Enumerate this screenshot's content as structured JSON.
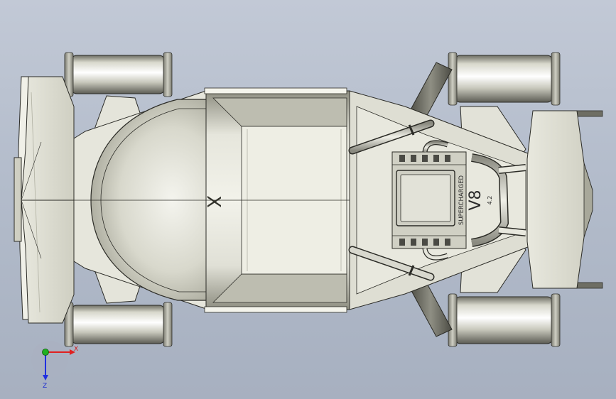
{
  "model": {
    "engine_label": "SUPERCHARGED",
    "engine_badge": "V8",
    "engine_sub": "4.2",
    "logo_mark": "X"
  },
  "triad": {
    "x_label": "X",
    "z_label": "Z"
  },
  "colors": {
    "background_top": "#c2c9d6",
    "background_bottom": "#a7b0c0",
    "body_light": "#eeeee6",
    "body_mid": "#d4d4c8",
    "body_shadow": "#a6a696",
    "outline": "#2b2b26",
    "axis_x": "#e02020",
    "axis_y": "#20b020",
    "axis_z": "#2030e0"
  }
}
